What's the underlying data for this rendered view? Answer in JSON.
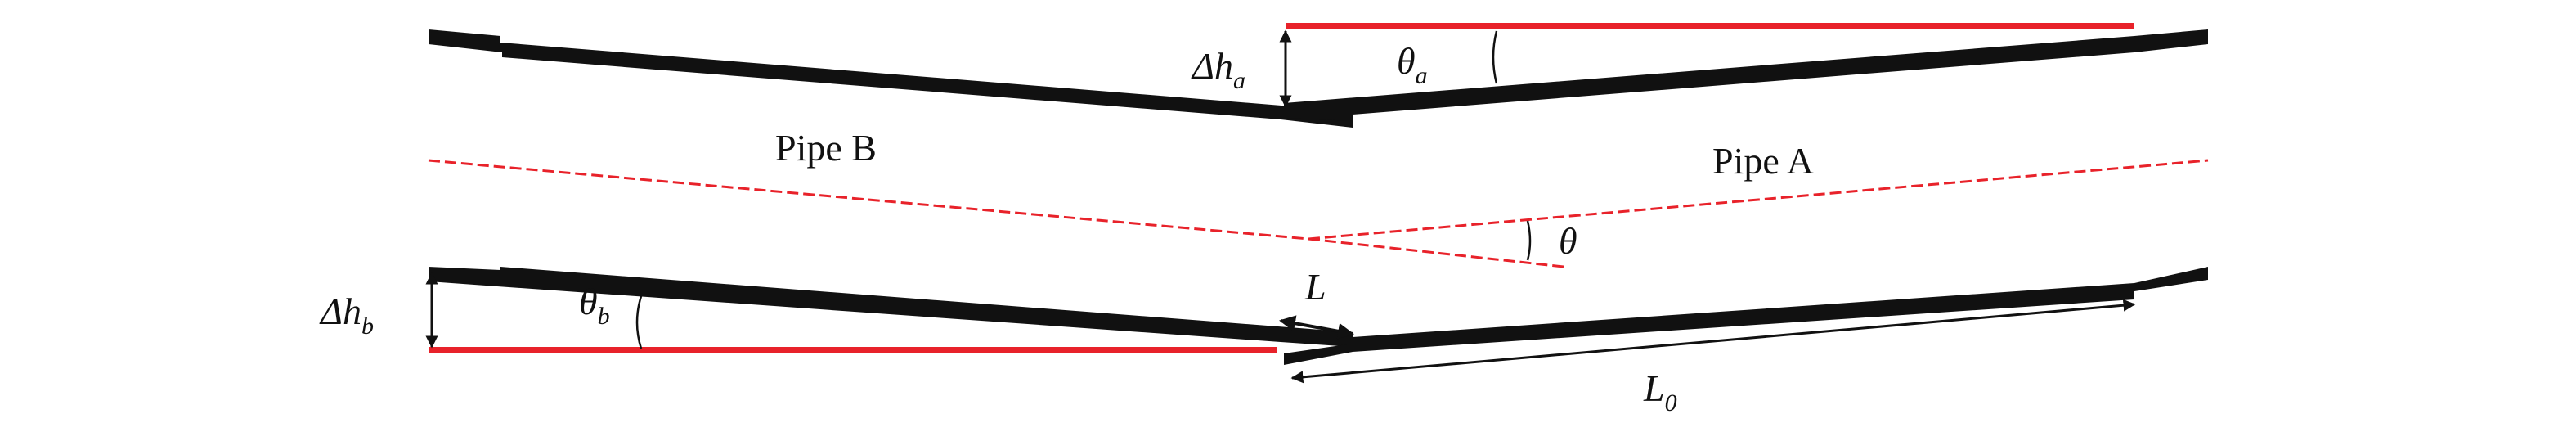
{
  "labels": {
    "pipe_a": "Pipe A",
    "pipe_b": "Pipe B",
    "delta_h_a": {
      "main": "Δh",
      "sub": "a"
    },
    "delta_h_b": {
      "main": "Δh",
      "sub": "b"
    },
    "theta_a": {
      "main": "θ",
      "sub": "a"
    },
    "theta_b": {
      "main": "θ",
      "sub": "b"
    },
    "theta": "θ",
    "L": "L",
    "L0": {
      "main": "L",
      "sub": "0"
    }
  },
  "colors": {
    "pipe": "#111111",
    "reference": "#e8222a"
  }
}
